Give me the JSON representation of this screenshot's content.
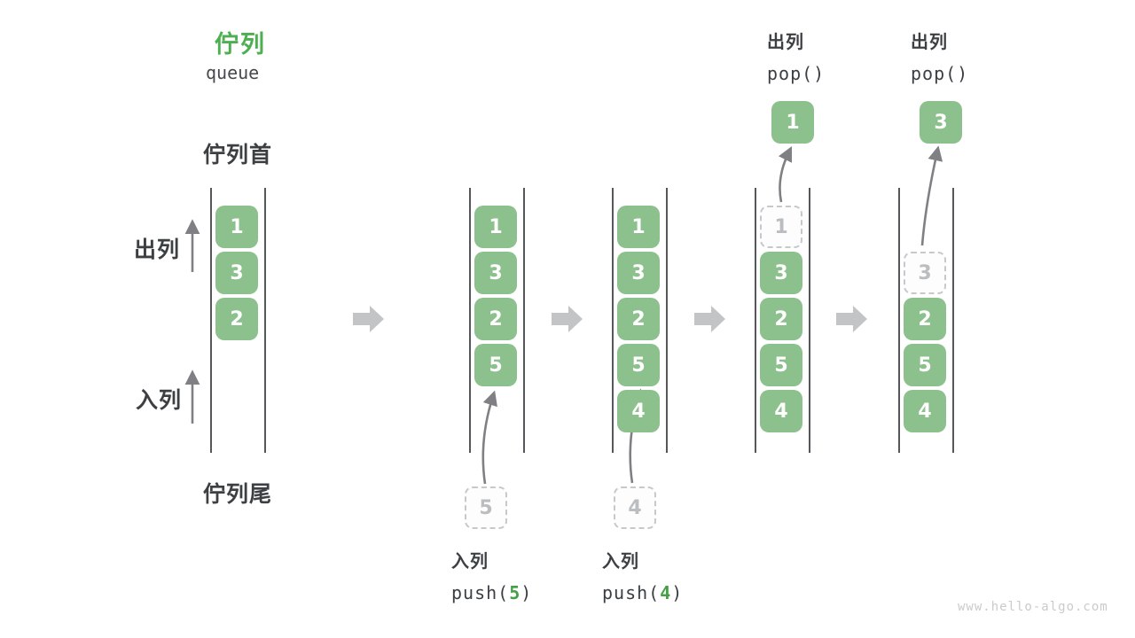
{
  "title": {
    "zh": "佇列",
    "en": "queue"
  },
  "labels": {
    "front": "佇列首",
    "rear": "佇列尾",
    "dequeue": "出列",
    "enqueue": "入列"
  },
  "watermark": "www.hello-algo.com",
  "colors": {
    "box_green": "#8CC18D",
    "accent_green": "#4CAF50",
    "code_green": "#43A047",
    "text_dark": "#3C4043",
    "arrow_gray": "#7E8083",
    "block_arrow_gray": "#C3C4C6",
    "dashed_border": "#C8C8C8",
    "dashed_text": "#BBBEC0",
    "wall_line": "#55575A",
    "watermark_gray": "#C9CBCD"
  },
  "icons": {
    "step_arrow": "right-block-arrow",
    "direction_arrow": "up-arrow",
    "transfer_arrow": "curved-up-arrow"
  },
  "queues": [
    {
      "name": "state-initial",
      "cells": [
        {
          "slot": 0,
          "value": "1",
          "variant": "solid"
        },
        {
          "slot": 1,
          "value": "3",
          "variant": "solid"
        },
        {
          "slot": 2,
          "value": "2",
          "variant": "solid"
        }
      ]
    },
    {
      "name": "state-after-push-5",
      "cells": [
        {
          "slot": 0,
          "value": "1",
          "variant": "solid"
        },
        {
          "slot": 1,
          "value": "3",
          "variant": "solid"
        },
        {
          "slot": 2,
          "value": "2",
          "variant": "solid"
        },
        {
          "slot": 3,
          "value": "5",
          "variant": "solid"
        }
      ],
      "incoming": {
        "value": "5"
      },
      "op": {
        "action": "入列",
        "code_pre": "push(",
        "arg": "5",
        "code_post": ")"
      }
    },
    {
      "name": "state-after-push-4",
      "cells": [
        {
          "slot": 0,
          "value": "1",
          "variant": "solid"
        },
        {
          "slot": 1,
          "value": "3",
          "variant": "solid"
        },
        {
          "slot": 2,
          "value": "2",
          "variant": "solid"
        },
        {
          "slot": 3,
          "value": "5",
          "variant": "solid"
        },
        {
          "slot": 4,
          "value": "4",
          "variant": "solid"
        }
      ],
      "incoming": {
        "value": "4"
      },
      "op": {
        "action": "入列",
        "code_pre": "push(",
        "arg": "4",
        "code_post": ")"
      }
    },
    {
      "name": "state-after-pop-1",
      "cells": [
        {
          "slot": 0,
          "value": "1",
          "variant": "dashed"
        },
        {
          "slot": 1,
          "value": "3",
          "variant": "solid"
        },
        {
          "slot": 2,
          "value": "2",
          "variant": "solid"
        },
        {
          "slot": 3,
          "value": "5",
          "variant": "solid"
        },
        {
          "slot": 4,
          "value": "4",
          "variant": "solid"
        }
      ],
      "ejected": {
        "value": "1"
      },
      "op_top": {
        "action": "出列",
        "code": "pop()"
      }
    },
    {
      "name": "state-after-pop-3",
      "cells": [
        {
          "slot": 1,
          "value": "3",
          "variant": "dashed"
        },
        {
          "slot": 2,
          "value": "2",
          "variant": "solid"
        },
        {
          "slot": 3,
          "value": "5",
          "variant": "solid"
        },
        {
          "slot": 4,
          "value": "4",
          "variant": "solid"
        }
      ],
      "ejected": {
        "value": "3"
      },
      "op_top": {
        "action": "出列",
        "code": "pop()"
      }
    }
  ]
}
